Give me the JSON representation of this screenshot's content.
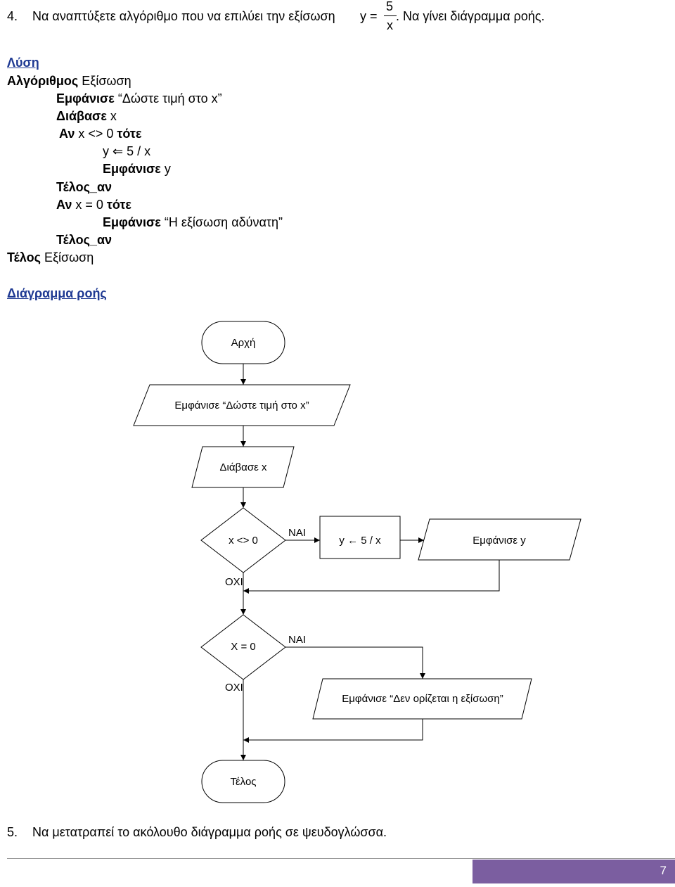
{
  "task4": {
    "number": "4.",
    "text": "Να αναπτύξετε αλγόριθμο που να επιλύει την εξίσωση",
    "eq_lhs": "y =",
    "eq_num": "5",
    "eq_den": "x",
    "text_after": ". Να γίνει διάγραμμα ροής."
  },
  "solution": {
    "heading": "Λύση",
    "lines": [
      {
        "kw": "Αλγόριθμος",
        "rest": " Εξίσωση"
      },
      {
        "kw": "Εμφάνισε",
        "rest": " “Δώστε τιμή στο x”"
      },
      {
        "kw": "Διάβασε",
        "rest": " x"
      },
      {
        "kw": "Αν",
        "rest": " x <> 0 ",
        "kw2": "τότε"
      },
      {
        "kw": "",
        "rest": "y ⇐ 5 / x"
      },
      {
        "kw": "Εμφάνισε",
        "rest": " y"
      },
      {
        "kw": "Τέλος_αν",
        "rest": ""
      },
      {
        "kw": "Αν",
        "rest": " x = 0 ",
        "kw2": "τότε"
      },
      {
        "kw": "Εμφάνισε",
        "rest": " “Η εξίσωση αδύνατη”"
      },
      {
        "kw": "Τέλος_αν",
        "rest": ""
      },
      {
        "kw": "Τέλος",
        "rest": " Εξίσωση"
      }
    ]
  },
  "flowchart_heading": "Διάγραμμα ροής",
  "flowchart": {
    "start": "Αρχή",
    "prompt": "Εμφάνισε “Δώστε τιμή στο x”",
    "read": "Διάβασε x",
    "cond1": "x  <>  0",
    "yes1": "ΝΑΙ",
    "no1": "ΟΧΙ",
    "assign": "y ← 5 / x",
    "show_y": "Εμφάνισε y",
    "cond2": "X = 0",
    "yes2": "ΝΑΙ",
    "no2": "ΟΧΙ",
    "show_err": "Εμφάνισε “Δεν ορίζεται η εξίσωση”",
    "end": "Τέλος"
  },
  "task5": {
    "number": "5.",
    "text": "Να μετατραπεί το ακόλουθο διάγραμμα ροής σε ψευδογλώσσα."
  },
  "footer": {
    "page": "7",
    "accent": "#7b5ea0"
  }
}
